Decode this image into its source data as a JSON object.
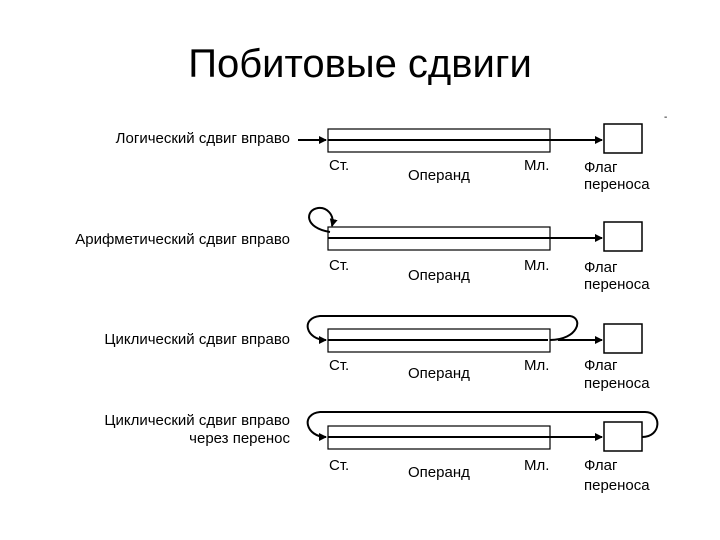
{
  "title": "Побитовые сдвиги",
  "corner_mark": "-",
  "rows": [
    {
      "label_lines": [
        "Логический сдвиг вправо"
      ],
      "msb": "Ст.",
      "operand": "Операнд",
      "lsb": "Мл.",
      "flag_lines": [
        "Флаг",
        "переноса"
      ]
    },
    {
      "label_lines": [
        "Арифметический сдвиг вправо"
      ],
      "msb": "Ст.",
      "operand": "Операнд",
      "lsb": "Мл.",
      "flag_lines": [
        "Флаг",
        "переноса"
      ]
    },
    {
      "label_lines": [
        "Циклический сдвиг вправо"
      ],
      "msb": "Ст.",
      "operand": "Операнд",
      "lsb": "Мл.",
      "flag_lines": [
        "Флаг",
        "переноса"
      ]
    },
    {
      "label_lines": [
        "Циклический сдвиг вправо",
        "через перенос"
      ],
      "msb": "Ст.",
      "operand": "Операнд",
      "lsb": "Мл.",
      "flag_lines": [
        "Флаг",
        "переноса"
      ]
    }
  ]
}
